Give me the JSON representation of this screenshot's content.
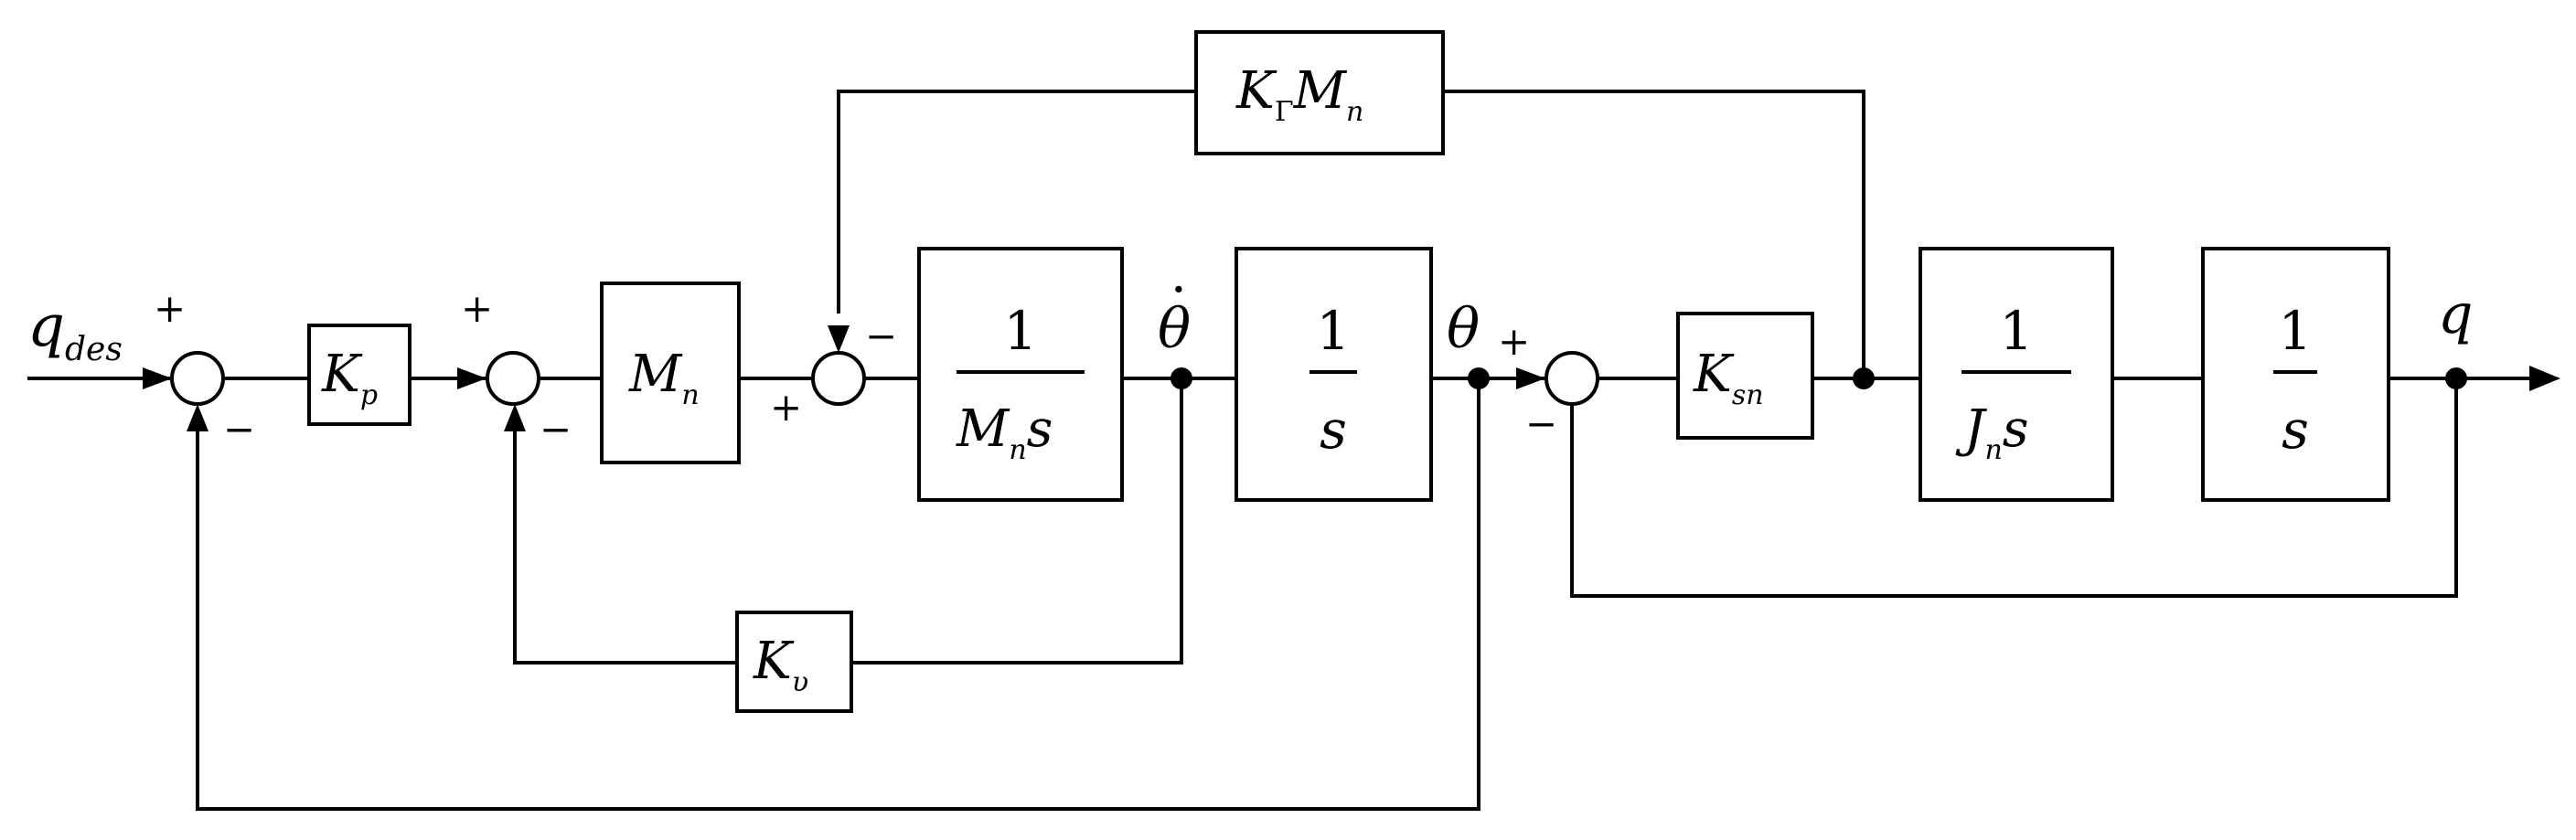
{
  "signals": {
    "input": "q",
    "input_sub": "des",
    "theta_dot": "θ",
    "theta_dot_accent": "·",
    "theta": "θ",
    "output": "q"
  },
  "signs": {
    "s1_top": "+",
    "s1_bottom": "−",
    "s2_top": "+",
    "s2_bottom": "−",
    "s3_left": "+",
    "s3_top": "−",
    "s4_left": "+",
    "s4_bottom": "−"
  },
  "blocks": {
    "kp": {
      "main": "K",
      "sub": "p"
    },
    "mn": {
      "main": "M",
      "sub": "n"
    },
    "plant1": {
      "num": "1",
      "den_main": "M",
      "den_sub": "n",
      "den_tail": "s"
    },
    "int1": {
      "num": "1",
      "den": "s"
    },
    "kv": {
      "main": "K",
      "sub": "υ"
    },
    "kgamma": {
      "main": "K",
      "sub": "Γ",
      "main2": "M",
      "sub2": "n"
    },
    "ksn": {
      "main": "K",
      "sub": "sn"
    },
    "plant2": {
      "num": "1",
      "den_main": "J",
      "den_sub": "n",
      "den_tail": "s"
    },
    "int2": {
      "num": "1",
      "den": "s"
    }
  }
}
